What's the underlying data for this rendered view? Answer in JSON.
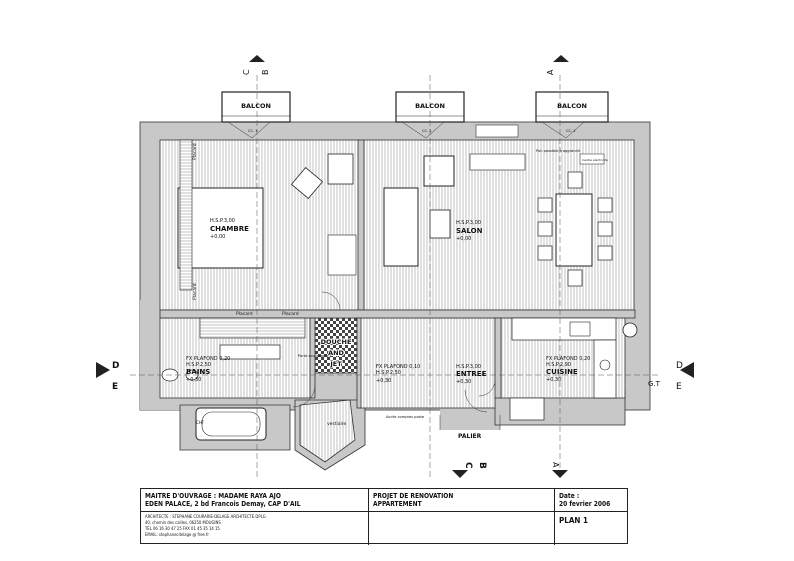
{
  "balconies": {
    "left": "BALCON",
    "middle": "BALCON",
    "right": "BALCON"
  },
  "section_marks": {
    "top_left_c": "C",
    "top_left_b": "B",
    "top_right_a": "A",
    "left_d": "D",
    "left_e": "E",
    "right_d": "D",
    "right_e": "E",
    "bottom_c": "C",
    "bottom_b": "B",
    "bottom_a": "A",
    "gt": "G.T"
  },
  "rooms": {
    "chambre": {
      "hsp": "H.S.P.3,00",
      "name": "CHAMBRE",
      "level": "+0,00"
    },
    "salon": {
      "hsp": "H.S.P.3,00",
      "name": "SALON",
      "level": "+0,00"
    },
    "bains": {
      "fx": "FX PLAFOND 0,20",
      "hsp": "H.S.P.2,50",
      "name": "BAINS",
      "level": "+0,30"
    },
    "douche": {
      "line1": "DOUCHE",
      "line2": "AND",
      "line3": "JET"
    },
    "couloir": {
      "fx": "FX PLAFOND 0,10",
      "hsp": "H.S.P.2,50",
      "level": "+0,30"
    },
    "entree": {
      "hsp": "H.S.P.3,00",
      "name": "ENTREE",
      "level": "+0,30"
    },
    "cuisine": {
      "fx": "FX PLAFOND 0,20",
      "hsp": "H.S.P.2,90",
      "name": "CUISINE",
      "level": "+0,30"
    }
  },
  "labels": {
    "placard_left_top": "Placard",
    "placard_left_bottom": "Placard",
    "placard_1": "Placard",
    "placard_2": "Placard",
    "vestiaire": "vestiaire",
    "palier": "PALIER",
    "acces_comptes": "Accès comptes poste",
    "porte_coulissante": "Porte coulissante",
    "radiator_note": "Pan possible à aggrandir",
    "cc_1": "CC. 1",
    "cc_2": "CC. 1",
    "cc_3": "CC. 1",
    "chf": "CHF",
    "small_box": "Centre électricité"
  },
  "title_block": {
    "maitre": "MAITRE D'OUVRAGE : MADAME RAYA AJO",
    "address": "EDEN PALACE, 2 bd Francois Demay, CAP D'AIL",
    "architecte": "ARCHITECTE : STEPHANE COURARIE-DELAGE ARCHITECTE DPLG",
    "arch_address": "40, chemin des cailles, 06250 MOUGINS",
    "tel": "TEL 06 16 30 47 25  FAX 01 45 35 14 15",
    "email": "EMAIL: stephanecdelage @ free.fr",
    "projet_line1": "PROJET DE RENOVATION",
    "projet_line2": "APPARTEMENT",
    "date_label": "Date :",
    "date_value": "20 fevrier 2006",
    "plan": "PLAN 1"
  }
}
